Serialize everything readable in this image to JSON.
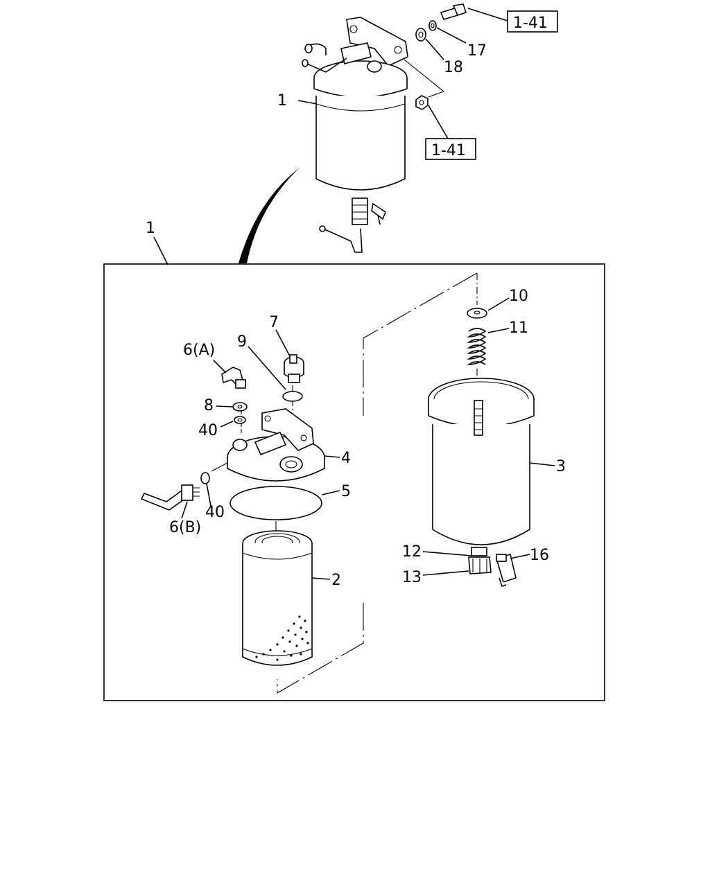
{
  "callouts": {
    "c1_top": "1",
    "c1_box": "1",
    "c2": "2",
    "c3": "3",
    "c4": "4",
    "c5": "5",
    "c6a": "6(A)",
    "c6b": "6(B)",
    "c7": "7",
    "c8": "8",
    "c9": "9",
    "c10": "10",
    "c11": "11",
    "c12": "12",
    "c13": "13",
    "c16": "16",
    "c17": "17",
    "c18": "18",
    "c40a": "40",
    "c40b": "40"
  },
  "references": {
    "ref_bolt": "1-41",
    "ref_nut": "1-41"
  }
}
